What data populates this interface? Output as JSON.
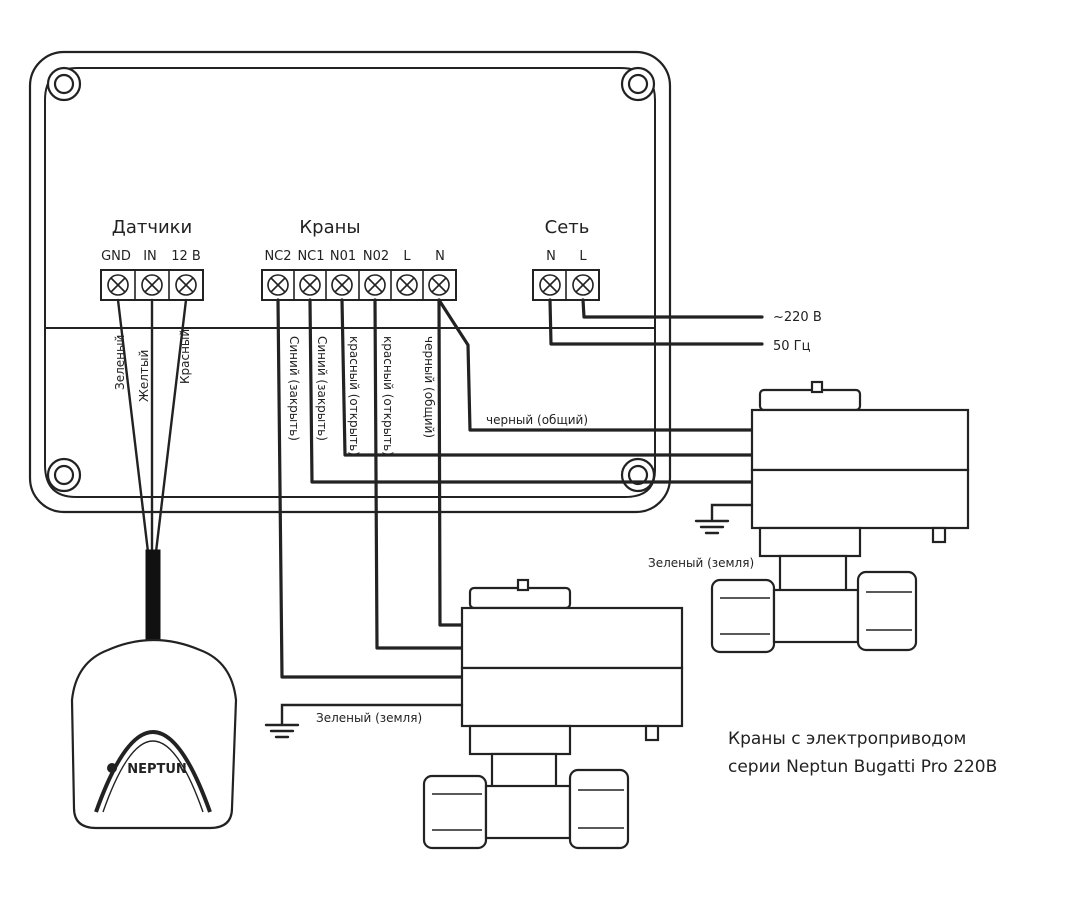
{
  "controller": {
    "groups": [
      {
        "title": "Датчики",
        "terminals": [
          "GND",
          "IN",
          "12 В"
        ]
      },
      {
        "title": "Краны",
        "terminals": [
          "NC2",
          "NC1",
          "N01",
          "N02",
          "L",
          "N"
        ]
      },
      {
        "title": "Сеть",
        "terminals": [
          "N",
          "L"
        ]
      }
    ]
  },
  "sensor_wires": [
    "Зеленый",
    "Желтый",
    "Красный"
  ],
  "valve_wires": [
    "Синий (закрыть)",
    "Синий (закрыть)",
    "красный (открыть)",
    "красный (открыть)",
    "черный (общий)"
  ],
  "black_common_label": "черный (общий)",
  "mains": {
    "line1": "~220 В",
    "line2": "50 Гц"
  },
  "ground_labels": [
    "Зеленый (земля)",
    "Зеленый (земля)"
  ],
  "sensor_logo": "NEPTUN",
  "caption": {
    "line1": "Краны с электроприводом",
    "line2": "серии Neptun Bugatti Pro 220В"
  }
}
